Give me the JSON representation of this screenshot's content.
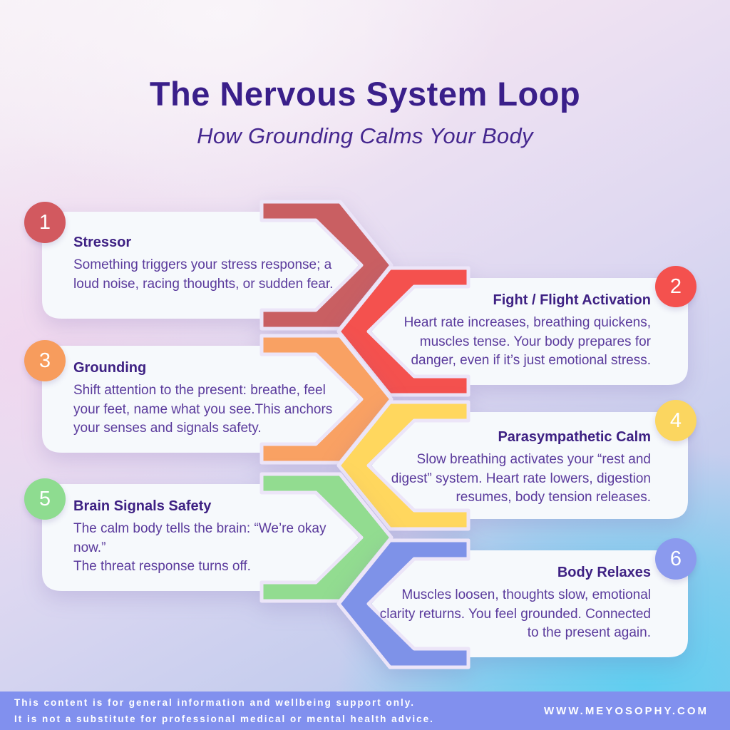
{
  "header": {
    "title": "The Nervous System Loop",
    "subtitle": "How Grounding Calms Your Body"
  },
  "steps": [
    {
      "number": "1",
      "title": "Stressor",
      "body": "Something triggers your stress response; a loud noise, racing thoughts, or sudden fear.",
      "accent": "#d2595f",
      "band": "#c95f62"
    },
    {
      "number": "2",
      "title": "Fight / Flight Activation",
      "body": "Heart rate increases, breathing quickens, muscles tense. Your body prepares for danger, even if it’s just emotional stress.",
      "accent": "#f4514e",
      "band": "#f4514e"
    },
    {
      "number": "3",
      "title": "Grounding",
      "body": "Shift attention to the present: breathe, feel your feet, name what you see.This anchors your senses and signals safety.",
      "accent": "#f79c5d",
      "band": "#f9a163"
    },
    {
      "number": "4",
      "title": "Parasympathetic Calm",
      "body": "Slow breathing activates your “rest and digest” system. Heart rate lowers, digestion resumes, body tension releases.",
      "accent": "#fbd660",
      "band": "#ffd75e"
    },
    {
      "number": "5",
      "title": "Brain Signals Safety",
      "body": "The calm body tells the brain: “We’re okay now.”\nThe threat response turns off.",
      "accent": "#8edc90",
      "band": "#92dc90"
    },
    {
      "number": "6",
      "title": "Body Relaxes",
      "body": "Muscles loosen, thoughts slow, emotional clarity returns. You feel grounded. Connected to the present again.",
      "accent": "#8b9aee",
      "band": "#7e92e8"
    }
  ],
  "footer": {
    "disclaimer_line1": "This content is for general information and wellbeing support only.",
    "disclaimer_line2": "It is not a substitute for professional medical or mental health advice.",
    "website": "WWW.MEYOSOPHY.COM"
  },
  "colors": {
    "title_color": "#3a1f8a",
    "subtitle_color": "#45278f",
    "card_title_color": "#3e2183",
    "body_color": "#5a3a9c",
    "card_fill": "#f6f9fc",
    "halo": "#ece5f8",
    "footer_bar": "#8190ee",
    "footer_text": "#ffffff"
  }
}
